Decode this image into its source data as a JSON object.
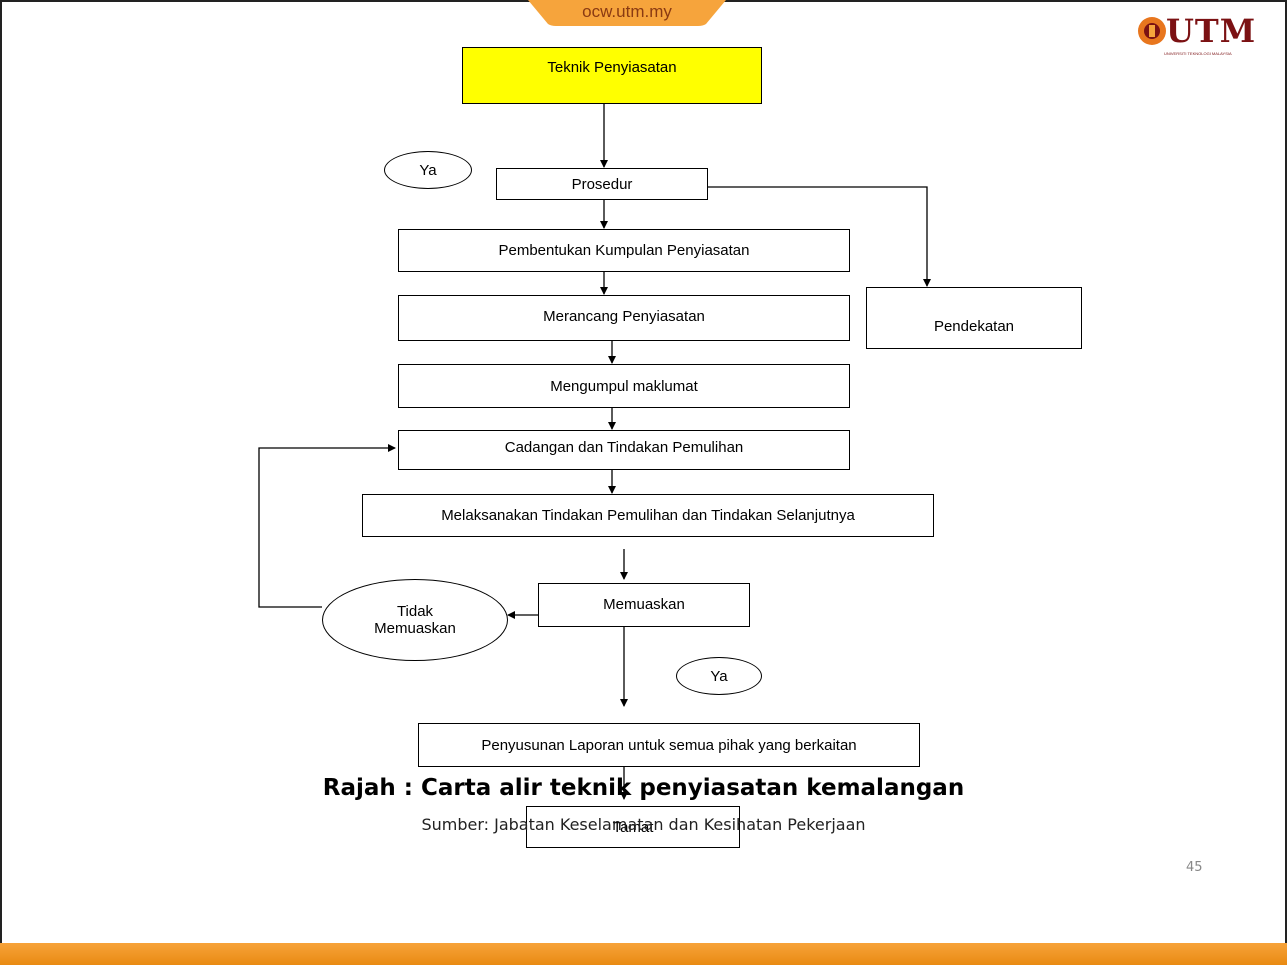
{
  "header": {
    "site": "ocw.utm.my",
    "logo_text": "UTM",
    "logo_sub": "UNIVERSITI TEKNOLOGI MALAYSIA"
  },
  "flowchart": {
    "nodes": {
      "start": "Teknik Penyiasatan",
      "ya_top": "Ya",
      "prosedur": "Prosedur",
      "pembentukan": "Pembentukan Kumpulan Penyiasatan",
      "pendekatan": "Pendekatan",
      "merancang": "Merancang Penyiasatan",
      "mengumpul": "Mengumpul maklumat",
      "cadangan": "Cadangan dan Tindakan Pemulihan",
      "melaksanakan": "Melaksanakan Tindakan Pemulihan dan Tindakan Selanjutnya",
      "memuaskan": "Memuaskan",
      "tidak_memuaskan_line1": "Tidak",
      "tidak_memuaskan_line2": "Memuaskan",
      "ya_bottom": "Ya",
      "penyusunan": "Penyusunan Laporan untuk semua pihak yang berkaitan",
      "tamat": "Tamat"
    }
  },
  "caption": {
    "title": "Rajah : Carta alir teknik penyiasatan kemalangan",
    "source": "Sumber: Jabatan Keselamatan dan Kesihatan Pekerjaan"
  },
  "page_number": "45",
  "colors": {
    "start_fill": "#ffff00",
    "accent": "#f39a22",
    "logo": "#7b1113"
  }
}
